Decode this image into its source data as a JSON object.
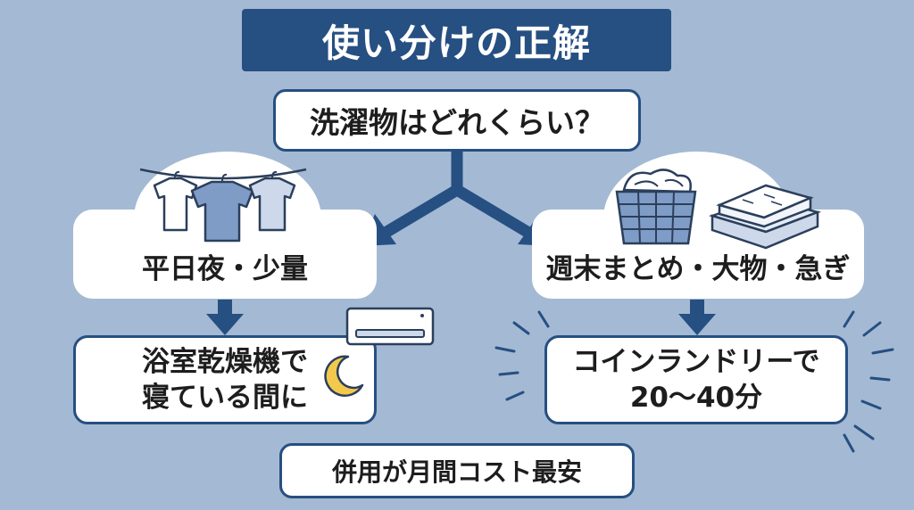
{
  "title": "使い分けの正解",
  "question": "洗濯物はどれくらい？",
  "left_branch": {
    "label": "平日夜・少量",
    "result_line1": "浴室乾燥機で",
    "result_line2": "寝ている間に"
  },
  "right_branch": {
    "label": "週末まとめ・大物・急ぎ",
    "result_line1": "コインランドリーで",
    "result_line2": "20〜40分"
  },
  "conclusion": "併用が月間コスト最安",
  "icons": [
    "hanging-shirts-icon",
    "air-conditioner-icon",
    "crescent-moon-icon",
    "laundry-basket-icon",
    "folded-towels-icon",
    "emphasis-rays-icon"
  ],
  "colors": {
    "background": "#a4b9d3",
    "navy": "#264f82",
    "box": "#ffffff",
    "moon": "#f2c94c"
  }
}
